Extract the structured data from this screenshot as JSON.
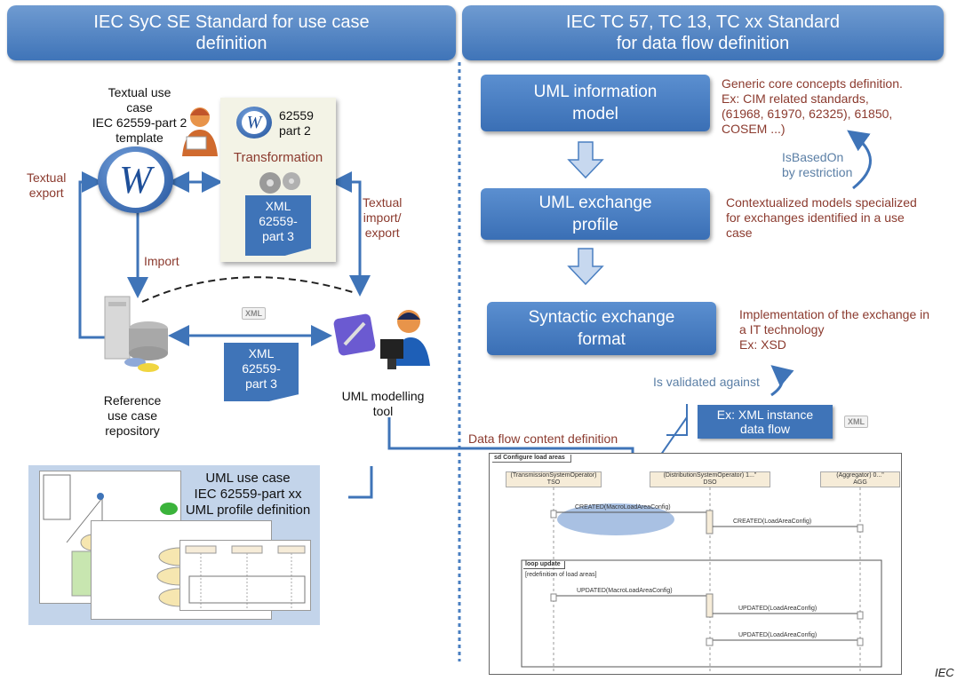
{
  "left_header": "IEC SyC SE Standard for use case\ndefinition",
  "right_header": "IEC TC 57, TC 13, TC xx Standard\nfor data flow definition",
  "textual_use_case": "Textual use\ncase\nIEC 62559-part 2\ntemplate",
  "textual_export": "Textual\nexport",
  "textual_import_export": "Textual\nimport/\nexport",
  "import_label": "Import",
  "transformation_box": {
    "part": "62559\npart 2",
    "title": "Transformation",
    "doc": "XML\n62559-\npart 3"
  },
  "center_doc": "XML\n62559-\npart 3",
  "xml_badge": "XML",
  "repository_label": "Reference\nuse case\nrepository",
  "tool_label": "UML modelling\ntool",
  "uml_profile_label": "UML use case\nIEC 62559-part xx\nUML profile definition",
  "uml_info_model": "UML information\nmodel",
  "uml_exchange_profile": "UML exchange\nprofile",
  "syntactic_format": "Syntactic exchange\nformat",
  "generic_core": "Generic core concepts definition.\n   Ex: CIM related standards,\n   (61968, 61970, 62325), 61850,\n   COSEM ...)",
  "is_based_on": "IsBasedOn\nby restriction",
  "contextualized": "Contextualized models specialized\nfor exchanges identified in a use\ncase",
  "implementation": "Implementation of the exchange in\na IT technology\nEx: XSD",
  "validated_against": "Is validated against",
  "xml_instance": "Ex: XML instance\ndata flow",
  "data_flow_content": "Data flow content definition",
  "iec": "IEC",
  "sequence": {
    "title": "sd Configure load areas",
    "lifelines": [
      "(TransmissionSystemOperator)\nTSO",
      "(DistributionSystemOperator) 1...\"\nDSO",
      "(Aggregator) 0...\"\nAGG"
    ],
    "msg1": "CREATED(MacroLoadAreaConfig)",
    "msg2": "CREATED(LoadAreaConfig)",
    "loop": "loop update",
    "guard": "[redefinition of load areas]",
    "msg3": "UPDATED(MacroLoadAreaConfig)",
    "msg4": "UPDATED(LoadAreaConfig)",
    "msg5": "UPDATED(LoadAreaConfig)"
  },
  "colors": {
    "accent": "#3f74b8",
    "brown_text": "#8b3a2e",
    "steel_text": "#5b7fa6"
  }
}
